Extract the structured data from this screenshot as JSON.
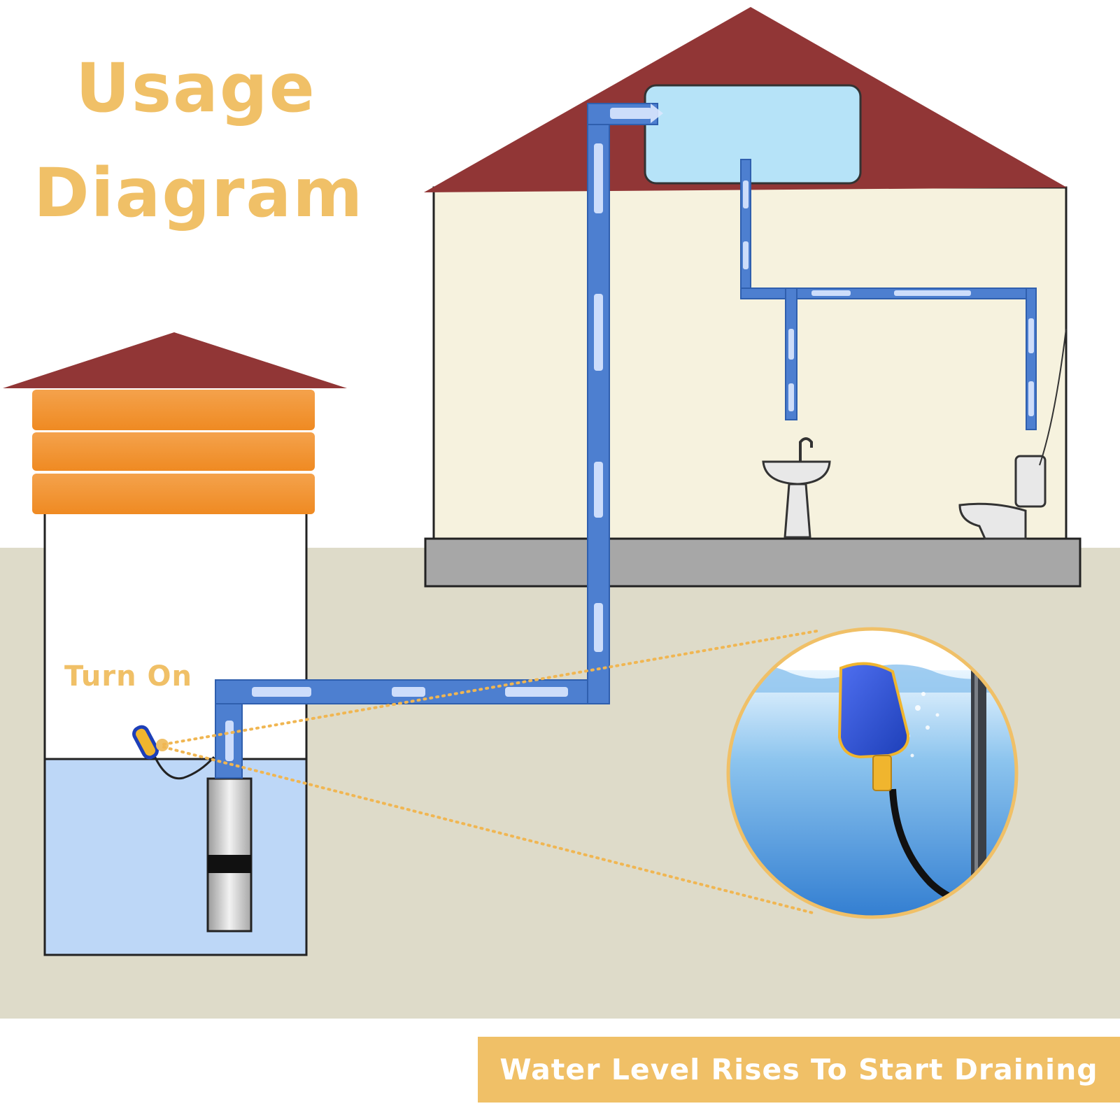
{
  "title": {
    "line1": "Usage",
    "line2": "Diagram"
  },
  "annotation": {
    "turn_on": "Turn On"
  },
  "caption": {
    "text": "Water Level Rises To Start Draining"
  },
  "colors": {
    "accent": "#f0c067",
    "roof": "#913636",
    "wall": "#f6f2de",
    "ground": "#dedbc9",
    "pipe": "#4d7fd0",
    "water": "#bdd7f7",
    "tank": "#b6e3f8",
    "foundation": "#a7a7a7",
    "well_band": "#f28f2b"
  },
  "icons": [
    "house",
    "water-tower",
    "roof-tank",
    "supply-pipe",
    "flow-arrow",
    "sink",
    "toilet",
    "submersible-pump",
    "float-switch",
    "magnifier-circle"
  ]
}
